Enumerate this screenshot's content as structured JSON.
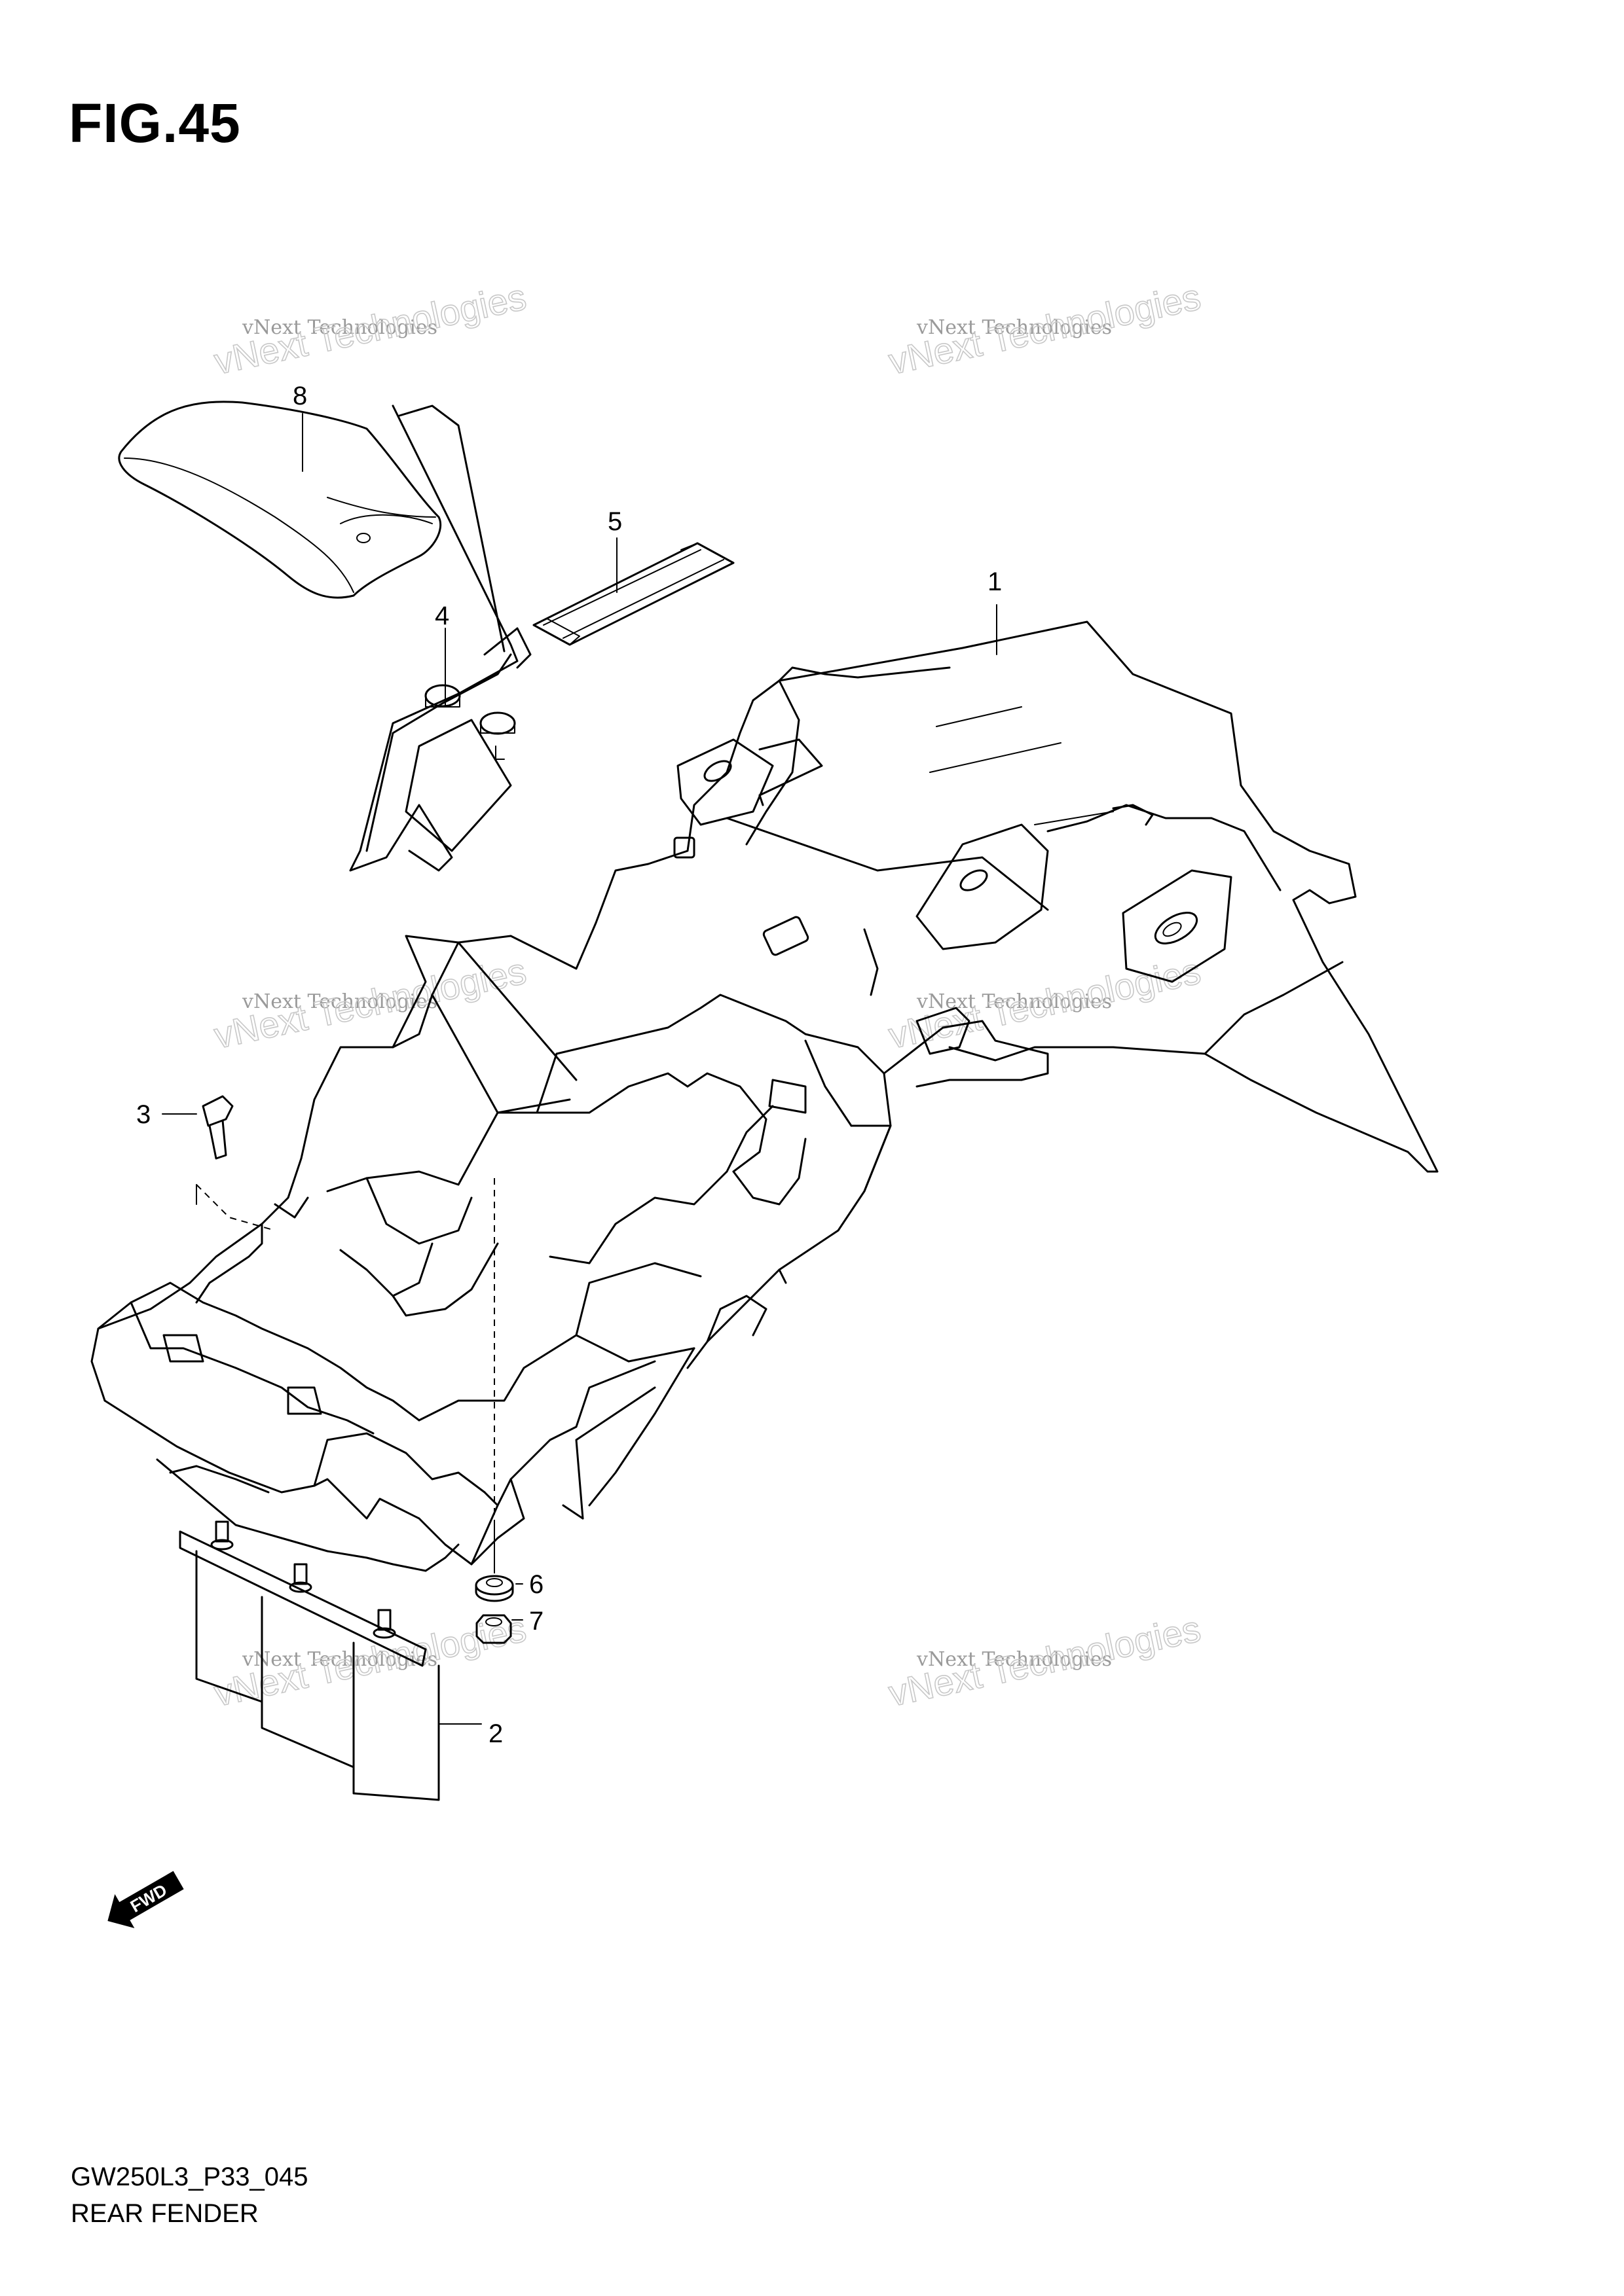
{
  "figure": {
    "title": "FIG.45"
  },
  "diagram_code": "GW250L3_P33_045",
  "caption": "REAR FENDER",
  "watermark": {
    "line1": "vNext Technologies",
    "line2": "vNext Technologies"
  },
  "fwd_label": "FWD",
  "callouts": [
    {
      "id": "1",
      "part": "fender"
    },
    {
      "id": "2",
      "part": "mud-flap"
    },
    {
      "id": "3",
      "part": "bolt"
    },
    {
      "id": "4",
      "part": "bracket"
    },
    {
      "id": "5",
      "part": "strap"
    },
    {
      "id": "6",
      "part": "washer"
    },
    {
      "id": "7",
      "part": "nut"
    },
    {
      "id": "8",
      "part": "tool-bag"
    }
  ]
}
